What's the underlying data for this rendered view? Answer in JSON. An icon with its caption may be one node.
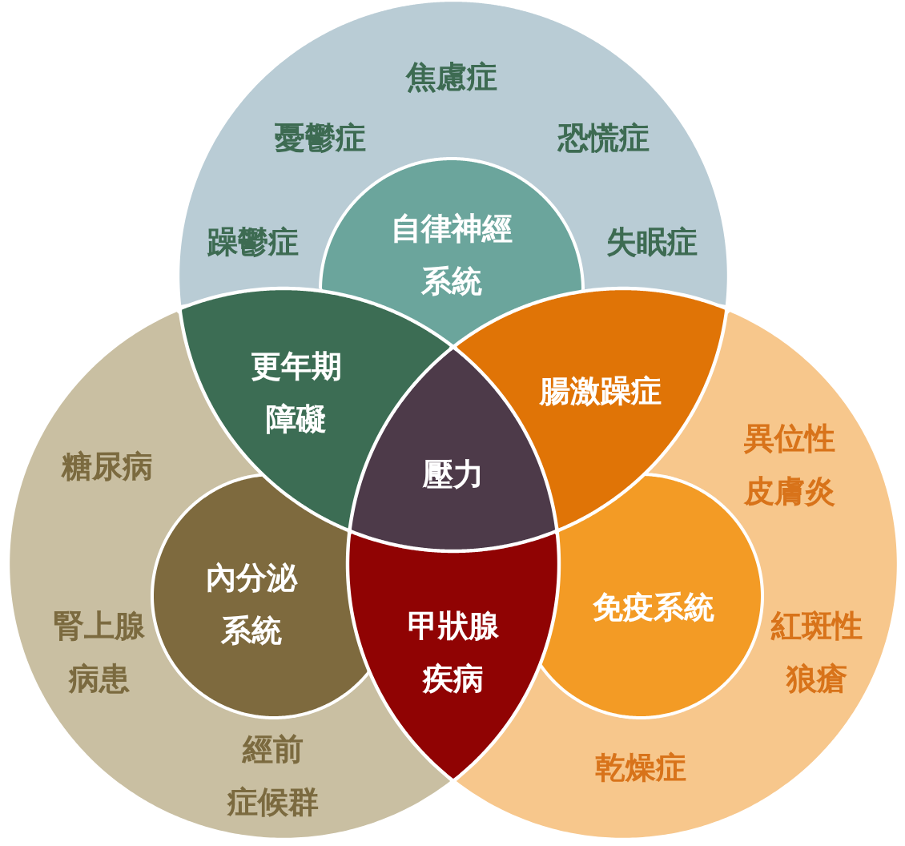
{
  "diagram": {
    "nodes": [
      {
        "text": [
          "焦慮症",
          "憂鬱症",
          "恐慌症",
          "躁鬱症",
          "失眠症"
        ]
      },
      {
        "text": [
          "自律神經系統"
        ],
        "in": 0
      },
      {
        "text": [
          "糖尿病",
          "腎上腺病患",
          "經前症候群"
        ]
      },
      {
        "text": [
          "內分泌系統"
        ],
        "in": 2
      },
      {
        "text": [
          "異位性皮膚炎",
          "紅斑性狼瘡",
          "乾燥症"
        ]
      },
      {
        "text": [
          "免疫系統"
        ],
        "in": 4
      },
      {
        "text": [
          "更年期障礙"
        ]
      },
      {
        "text": [
          "腸激躁症"
        ]
      },
      {
        "text": [
          "壓力"
        ]
      },
      {
        "text": [
          "甲狀腺疾病"
        ]
      }
    ]
  }
}
